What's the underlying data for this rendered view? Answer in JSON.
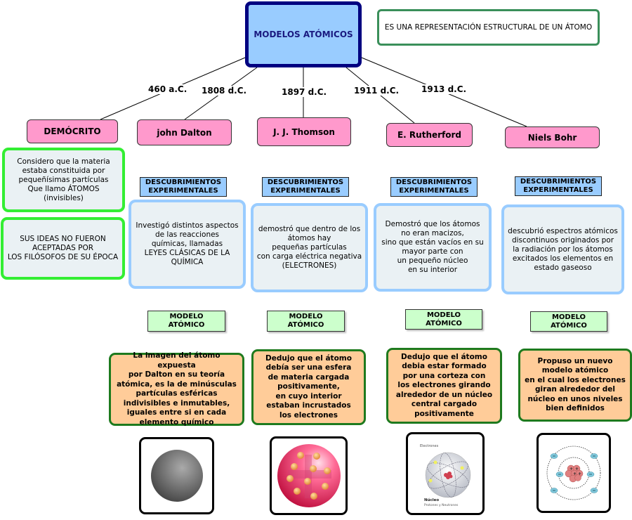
{
  "root": {
    "title": "MODELOS ATÓMICOS"
  },
  "definition": {
    "text": "ES UNA REPRESENTACIÓN ESTRUCTURAL DE UN  ÁTOMO"
  },
  "branches": [
    {
      "date": "460 a.C.",
      "person": "DEMÓCRITO",
      "idea": "Considero que la materia\nestaba constituida por\npequeñísimas partículas\nQue llamo ÁTOMOS\n(invisibles)",
      "note": "SUS IDEAS NO FUERON\nACEPTADAS POR\nLOS FILÓSOFOS DE SU ÉPOCA"
    },
    {
      "date": "1808 d.C.",
      "person": "john Dalton",
      "discoveries_label": "DESCUBRIMIENTOS\nEXPERIMENTALES",
      "discovery": "Investigó distintos aspectos\nde las reacciones\nquímicas, llamadas\nLEYES CLÁSICAS DE LA\nQUÍMICA",
      "model_label": "MODELO\nATÓMICO",
      "model": "La imagen del átomo expuesta\npor Dalton en su teoría\natómica, es la de minúsculas\npartículas esféricas\nindivisibles e inmutables,\niguales entre si en cada\nelemento químico",
      "image": "solid-sphere-atom"
    },
    {
      "date": "1897 d.C.",
      "person": "J. J. Thomson",
      "discoveries_label": "DESCUBRIMIENTOS\nEXPERIMENTALES",
      "discovery": "demostró que dentro de los\nátomos hay\npequeñas partículas\ncon carga eléctrica negativa\n(ELECTRONES)",
      "model_label": "MODELO\nATÓMICO",
      "model": "Dedujo que el átomo\ndebía ser una esfera\nde materia cargada\npositivamente,\nen cuyo interior\nestaban incrustados\nlos electrones",
      "image": "plum-pudding-atom"
    },
    {
      "date": "1911 d.C.",
      "person": "E. Rutherford",
      "discoveries_label": "DESCUBRIMIENTOS\nEXPERIMENTALES",
      "discovery": "Demostró que los átomos\nno eran macizos,\nsino que están vacíos en su\nmayor parte con\nun pequeño núcleo\nen su interior",
      "model_label": "MODELO\nATÓMICO",
      "model": "Dedujo que el átomo\ndebia estar formado\npor una corteza con\nlos electrones girando\nalrededor de un núcleo\ncentral cargado\npositivamente",
      "image": "nuclear-atom",
      "image_labels": {
        "electrons": "Electrones",
        "nucleus": "Núcleo",
        "nucleus_sub": "Protones y Neutrones"
      }
    },
    {
      "date": "1913 d.C.",
      "person": "Niels Bohr",
      "discoveries_label": "DESCUBRIMIENTOS\nEXPERIMENTALES",
      "discovery": "descubrió espectros atómicos\ndiscontinuos originados  por\nla radiación por los átomos\nexcitados los elementos en\nestado gaseoso",
      "model_label": "MODELO\nATÓMICO",
      "model": "Propuso un nuevo\nmodelo atómico\nen el cual los electrones\ngiran alrededor del\nnúcleo en unos niveles\nbien definidos",
      "image": "bohr-atom"
    }
  ],
  "colors": {
    "root_fill": "#99ccff",
    "root_border": "#000080",
    "person_fill": "#ff99cc",
    "green_border": "#33ee33",
    "blue_border": "#99ccff",
    "model_label_fill": "#ccffcc",
    "orange_fill": "#ffcc99",
    "orange_border": "#1e7a1e"
  }
}
